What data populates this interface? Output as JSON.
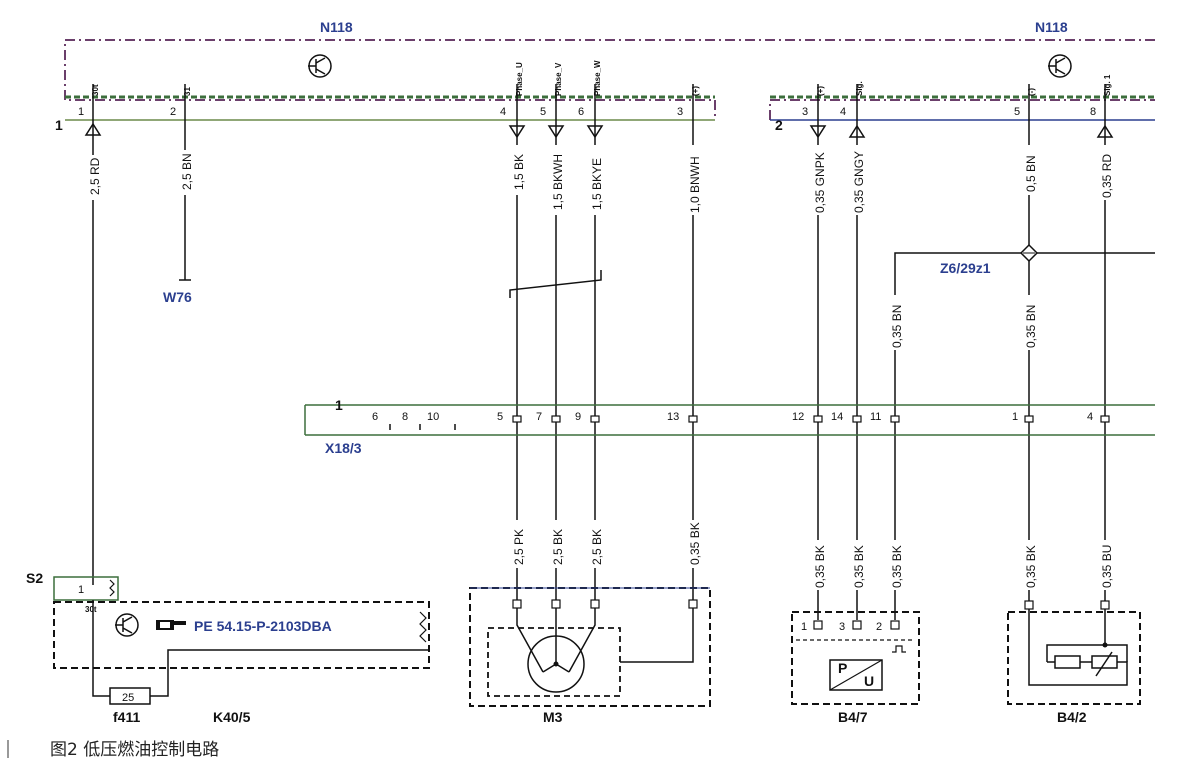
{
  "module_top": {
    "label": "N118"
  },
  "module_top_right": {
    "label": "N118"
  },
  "connector_n118_1": {
    "id": "1"
  },
  "connector_n118_2": {
    "id": "2"
  },
  "n118_pins_left": [
    {
      "num": "1",
      "name": "30t"
    },
    {
      "num": "2",
      "name": "31"
    },
    {
      "num": "4",
      "name": "Phase_U"
    },
    {
      "num": "5",
      "name": "Phase_V"
    },
    {
      "num": "6",
      "name": "Phase_W"
    },
    {
      "num": "3",
      "name": "(+)"
    }
  ],
  "n118_pins_right": [
    {
      "num": "3",
      "name": "(+)"
    },
    {
      "num": "4",
      "name": "Sig."
    },
    {
      "num": "5",
      "name": "(-)"
    },
    {
      "num": "8",
      "name": "Sig. 1"
    }
  ],
  "wires_upper": [
    "2,5 RD",
    "2,5 BN",
    "1,5 BK",
    "1,5 BKWH",
    "1,5 BKYE",
    "1,0 BNWH",
    "0,35 GNPK",
    "0,35 GNGY",
    "0,5 BN",
    "0,35 RD"
  ],
  "ground_w76": {
    "label": "W76"
  },
  "splice": {
    "label": "Z6/29z1"
  },
  "wires_mid": [
    "0,35 BN",
    "0,35 BN"
  ],
  "connector_x18": {
    "label": "X18/3",
    "id": "1",
    "pins_unused": [
      "6",
      "8",
      "10"
    ],
    "pins": [
      "5",
      "7",
      "9",
      "13",
      "12",
      "14",
      "11",
      "1",
      "4"
    ]
  },
  "wires_lower": [
    "2,5 PK",
    "2,5 BK",
    "2,5 BK",
    "0,35 BK",
    "0,35 BK",
    "0,35 BK",
    "0,35 BK",
    "0,35 BK",
    "0,35 BU"
  ],
  "relay_k40": {
    "s2": "S2",
    "pin": "1",
    "terminal": "30t",
    "ref_text": "PE 54.15-P-2103DBA",
    "fuse_value": "25",
    "fuse_label": "f411",
    "label": "K40/5"
  },
  "motor_m3": {
    "label": "M3"
  },
  "sensor_b4_7": {
    "label": "B4/7",
    "pins": [
      "1",
      "3",
      "2"
    ],
    "p_text": "P",
    "u_text": "U"
  },
  "sensor_b4_2": {
    "label": "B4/2"
  },
  "caption": {
    "text": "图2 低压燃油控制电路"
  }
}
